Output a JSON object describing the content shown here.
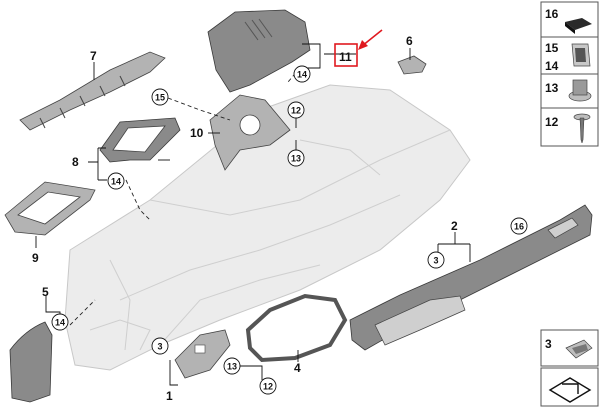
{
  "callouts": {
    "c1": "1",
    "c2": "2",
    "c3a": "3",
    "c3b": "3",
    "c4": "4",
    "c5": "5",
    "c6": "6",
    "c7": "7",
    "c8": "8",
    "c9": "9",
    "c10": "10",
    "c11": "11",
    "c12a": "12",
    "c12b": "12",
    "c13a": "13",
    "c13b": "13",
    "c14a": "14",
    "c14b": "14",
    "c14c": "14",
    "c15": "15",
    "c16": "16"
  },
  "legend": {
    "l16": "16",
    "l15": "15",
    "l14": "14",
    "l13": "13",
    "l12": "12",
    "l3": "3"
  },
  "colors": {
    "highlight": "#e0191f",
    "ghost": "#ececec",
    "part": "#8a8a8a"
  }
}
